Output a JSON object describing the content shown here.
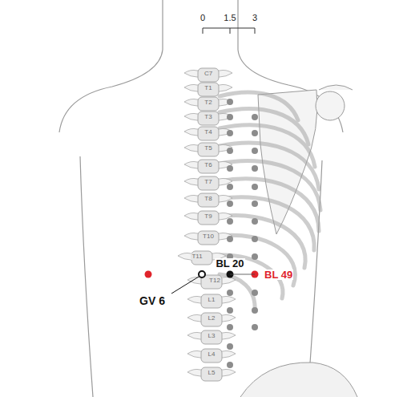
{
  "diagram": {
    "labels": [
      "0",
      "1.5",
      "3",
      "C7",
      "T1",
      "T2",
      "T3",
      "T4",
      "T5",
      "T6",
      "T7",
      "T8",
      "T9",
      "T10",
      "T11",
      "T12",
      "L1",
      "L2",
      "L3",
      "L4",
      "L5",
      "BL 20",
      "BL 49",
      "GV 6"
    ]
  }
}
